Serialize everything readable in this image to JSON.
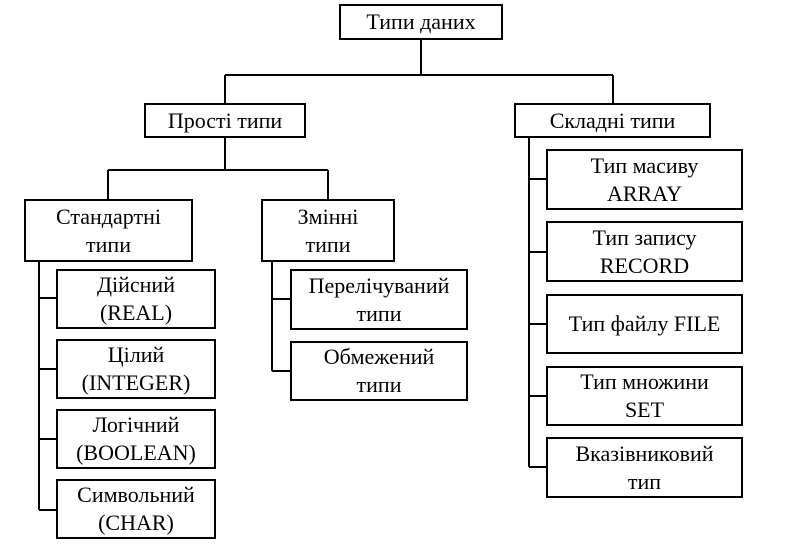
{
  "diagram": {
    "root": "Типи даних",
    "simple": {
      "title": "Прості типи",
      "standard": {
        "title": [
          "Стандартні",
          "типи"
        ],
        "items": [
          [
            "Дійсний",
            "(REAL)"
          ],
          [
            "Цілий",
            "(INTEGER)"
          ],
          [
            "Логічний",
            "(BOOLEAN)"
          ],
          [
            "Символьний",
            "(CHAR)"
          ]
        ]
      },
      "variable": {
        "title": [
          "Змінні",
          "типи"
        ],
        "items": [
          [
            "Перелічуваний",
            "типи"
          ],
          [
            "Обмежений",
            "типи"
          ]
        ]
      }
    },
    "complex": {
      "title": "Складні типи",
      "items": [
        [
          "Тип масиву",
          "ARRAY"
        ],
        [
          "Тип запису",
          "RECORD"
        ],
        [
          "Тип файлу FILE"
        ],
        [
          "Тип множини",
          "SET"
        ],
        [
          "Вказівниковий",
          "тип"
        ]
      ]
    }
  }
}
